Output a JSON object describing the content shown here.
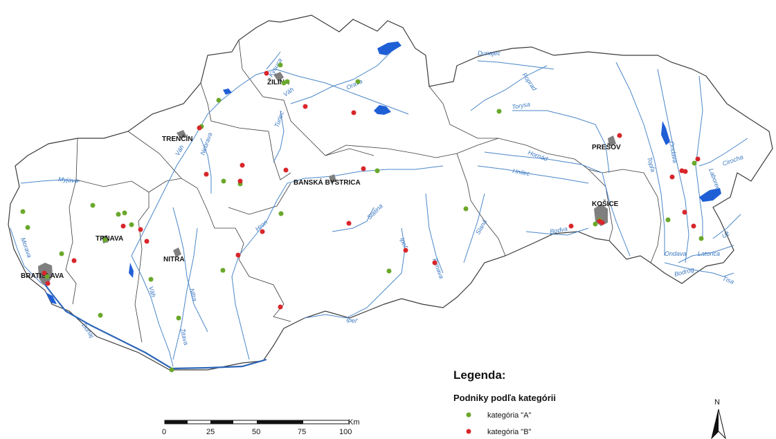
{
  "colors": {
    "category_a": "#6aa82a",
    "category_b": "#d8262b",
    "river": "#4a86c8",
    "border": "#3a3a3a",
    "lake": "#1f5fd6",
    "city": "#7f7f7f"
  },
  "cities": [
    {
      "id": "zilina",
      "label": "ŽILINA"
    },
    {
      "id": "trencin",
      "label": "TRENČÍN"
    },
    {
      "id": "banska-bystrica",
      "label": "BANSKÁ BYSTRICA"
    },
    {
      "id": "presov",
      "label": "PREŠOV"
    },
    {
      "id": "kosice",
      "label": "KOŠICE"
    },
    {
      "id": "trnava",
      "label": "TRNAVA"
    },
    {
      "id": "nitra",
      "label": "NITRA"
    },
    {
      "id": "bratislava",
      "label": "BRATISLAVA"
    }
  ],
  "rivers": [
    "Kysuca",
    "Orava",
    "Váh",
    "Turiec",
    "Dunajec",
    "Poprad",
    "Torysa",
    "Hornád",
    "Hnilec",
    "Topľa",
    "Ondava",
    "Cirocha",
    "Laborec",
    "Už",
    "Latorica",
    "Ondava",
    "Bodrog",
    "Tisa",
    "Bodva",
    "Slaná",
    "Rimava",
    "Ipeľ",
    "Slatina",
    "Hron",
    "Ipeľ",
    "Nitra",
    "Žitava",
    "Váh",
    "Nebrava",
    "Myjava",
    "Morava",
    "Dunaj",
    "Váh"
  ],
  "legend": {
    "title": "Legenda:",
    "subtitle": "Podniky podľa kategórii",
    "items": [
      {
        "label": "kategória \"A\"",
        "category": "A"
      },
      {
        "label": "kategória \"B\"",
        "category": "B"
      }
    ]
  },
  "scale_bar": {
    "unit": "Km",
    "ticks": [
      "0",
      "25",
      "50",
      "75",
      "100"
    ]
  },
  "north_arrow": {
    "label": "N"
  }
}
